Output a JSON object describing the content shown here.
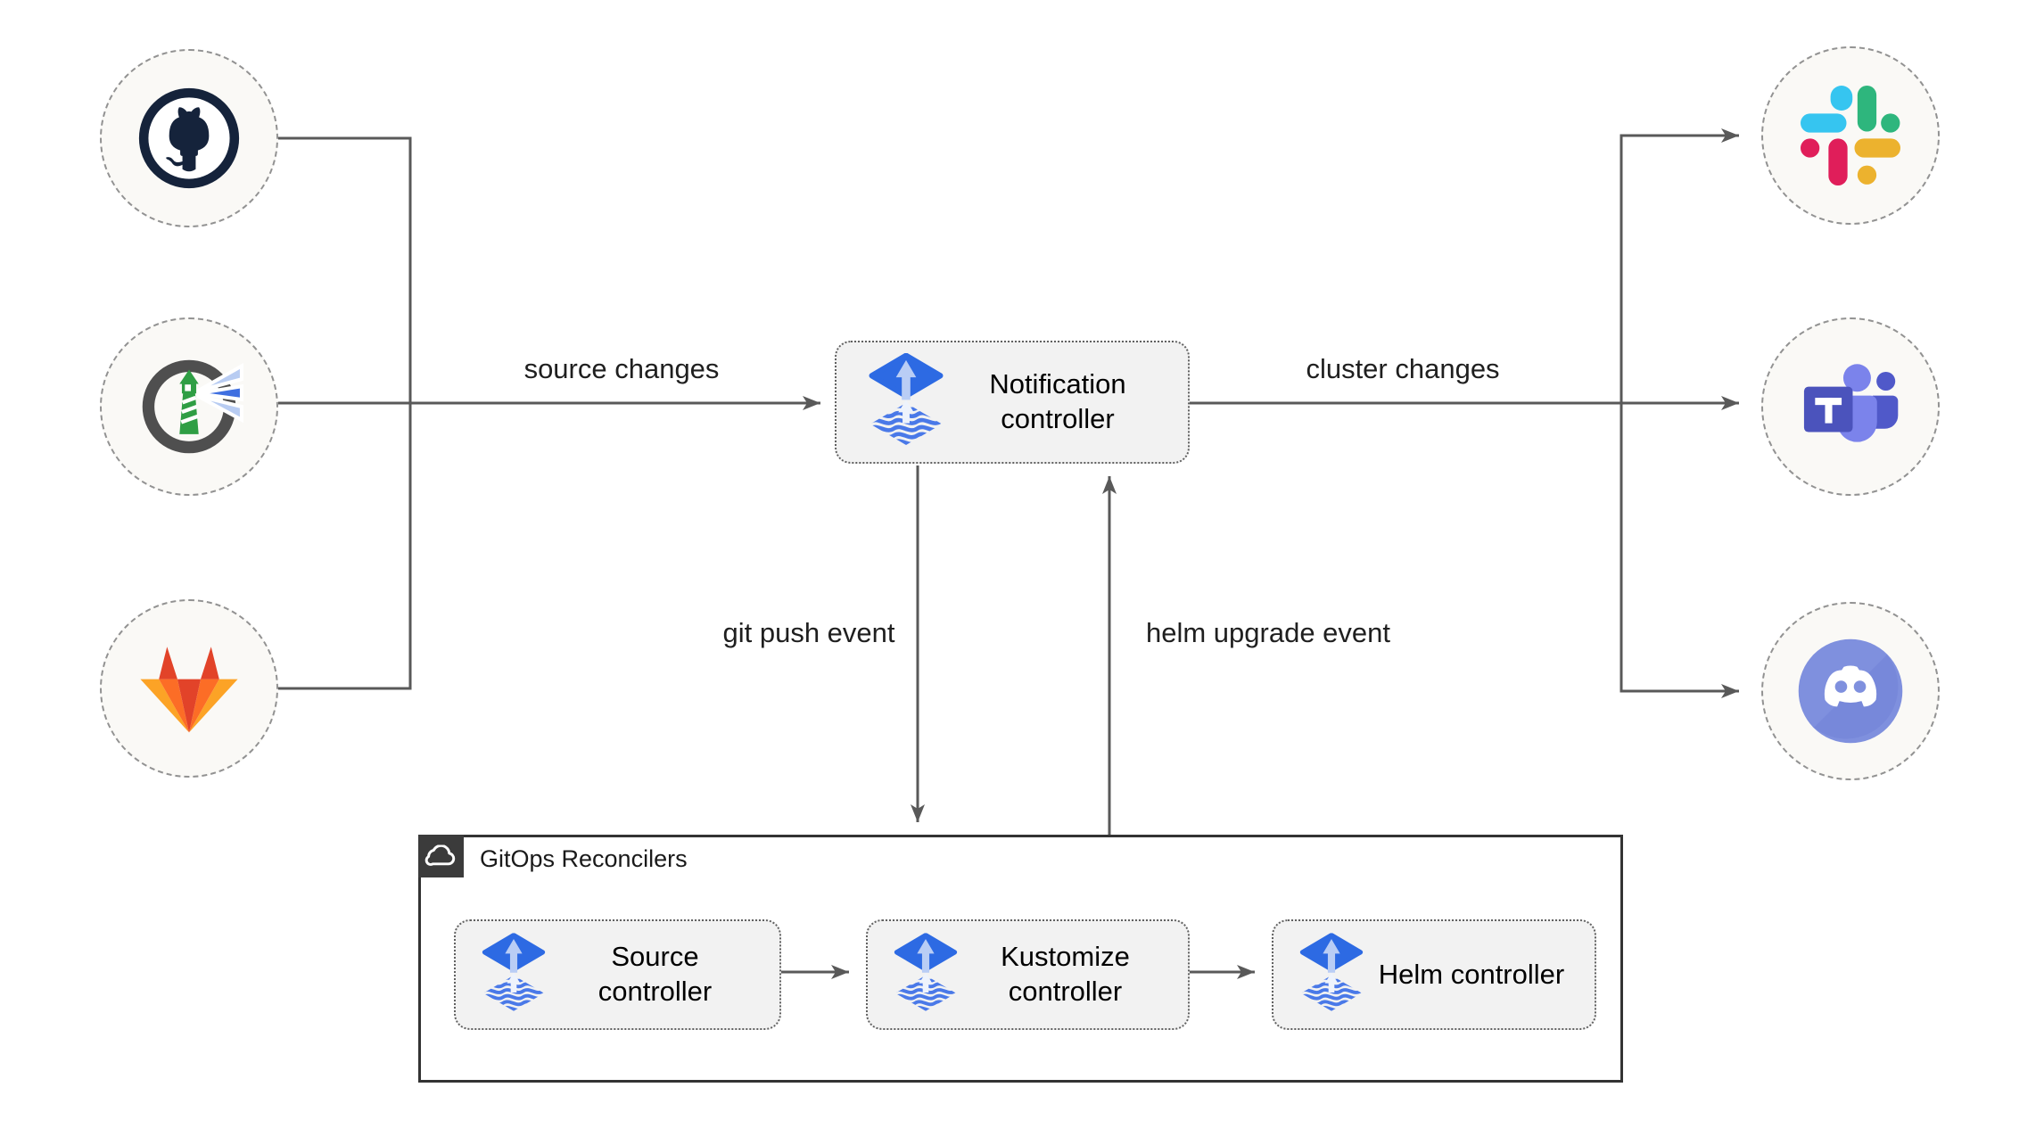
{
  "nodes": {
    "notification": {
      "label": "Notification controller",
      "icon": "flux-icon"
    },
    "source": {
      "label": "Source controller",
      "icon": "flux-icon"
    },
    "kustomize": {
      "label": "Kustomize controller",
      "icon": "flux-icon"
    },
    "helm": {
      "label": "Helm controller",
      "icon": "flux-icon"
    }
  },
  "group": {
    "label": "GitOps Reconcilers",
    "icon": "cloud-icon"
  },
  "edge_labels": {
    "source_changes": "source changes",
    "cluster_changes": "cluster changes",
    "git_push": "git push event",
    "helm_upgrade": "helm upgrade event"
  },
  "endpoints": {
    "source_icons": [
      "github-icon",
      "harbor-icon",
      "gitlab-icon"
    ],
    "target_icons": [
      "slack-icon",
      "teams-icon",
      "discord-icon"
    ]
  },
  "colors": {
    "line": "#595959",
    "text": "#141414",
    "node_bg": "#f2f2f2",
    "node_border": "#616161",
    "circle_bg": "#faf9f6",
    "circle_border": "#929292",
    "group_border": "#333333",
    "group_icon_bg": "#3b3b3b",
    "flux_blue": "#2d6ae3",
    "flux_light": "#b9cdf5",
    "github_navy": "#15233b",
    "harbor_gray": "#4f4f4f",
    "harbor_green": "#2f9e44",
    "harbor_beam_blue": "#3f6fe0",
    "harbor_beam_light": "#b8ccf2",
    "gitlab_red": "#e24329",
    "gitlab_orange": "#fc6d26",
    "gitlab_yellow": "#fca326",
    "slack_blue": "#36c5f0",
    "slack_green": "#2eb67d",
    "slack_red": "#e01e5a",
    "slack_yellow": "#ecb22e",
    "teams_dark": "#4b53bc",
    "teams_mid": "#5059c9",
    "teams_light": "#7b83eb",
    "discord_blurple": "#7f90de"
  }
}
